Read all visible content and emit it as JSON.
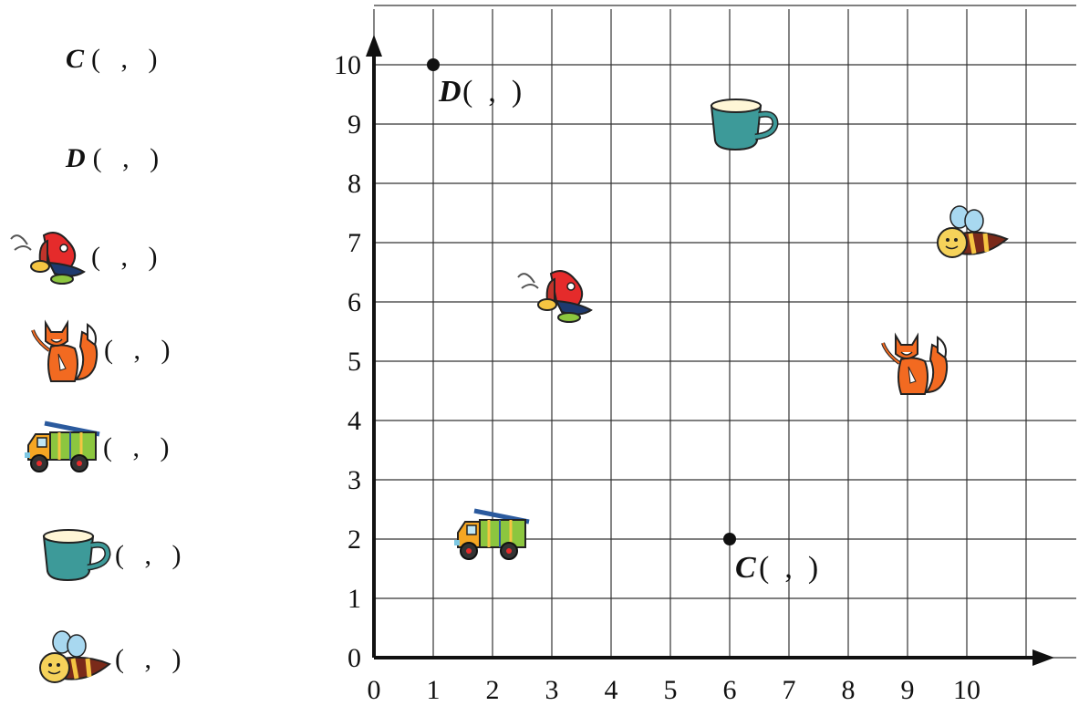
{
  "blank_text": "(   ,   )",
  "left_list": [
    {
      "letter": "C",
      "icon": "none"
    },
    {
      "letter": "D",
      "icon": "none"
    },
    {
      "letter": "",
      "icon": "butterfly-icon"
    },
    {
      "letter": "",
      "icon": "fox-icon"
    },
    {
      "letter": "",
      "icon": "dump-truck-icon"
    },
    {
      "letter": "",
      "icon": "cup-icon"
    },
    {
      "letter": "",
      "icon": "bee-icon"
    }
  ],
  "grid": {
    "x_ticks": [
      "0",
      "1",
      "2",
      "3",
      "4",
      "5",
      "6",
      "7",
      "8",
      "9",
      "10"
    ],
    "y_ticks": [
      "0",
      "1",
      "2",
      "3",
      "4",
      "5",
      "6",
      "7",
      "8",
      "9",
      "10"
    ],
    "xlim": [
      0,
      11
    ],
    "ylim": [
      0,
      11
    ]
  },
  "points": [
    {
      "letter": "D",
      "x": 1,
      "y": 10,
      "label": "(  ,  )"
    },
    {
      "letter": "C",
      "x": 6,
      "y": 2,
      "label": "(  ,  )"
    }
  ],
  "pictures": [
    {
      "icon": "cup-icon",
      "x": 6,
      "y": 9
    },
    {
      "icon": "bee-icon",
      "x": 10,
      "y": 7
    },
    {
      "icon": "butterfly-icon",
      "x": 3,
      "y": 6
    },
    {
      "icon": "fox-icon",
      "x": 9.5,
      "y": 5
    },
    {
      "icon": "dump-truck-icon",
      "x": 2,
      "y": 2
    }
  ],
  "colors": {
    "grid": "#333333",
    "axis": "#111111",
    "point": "#111111"
  }
}
